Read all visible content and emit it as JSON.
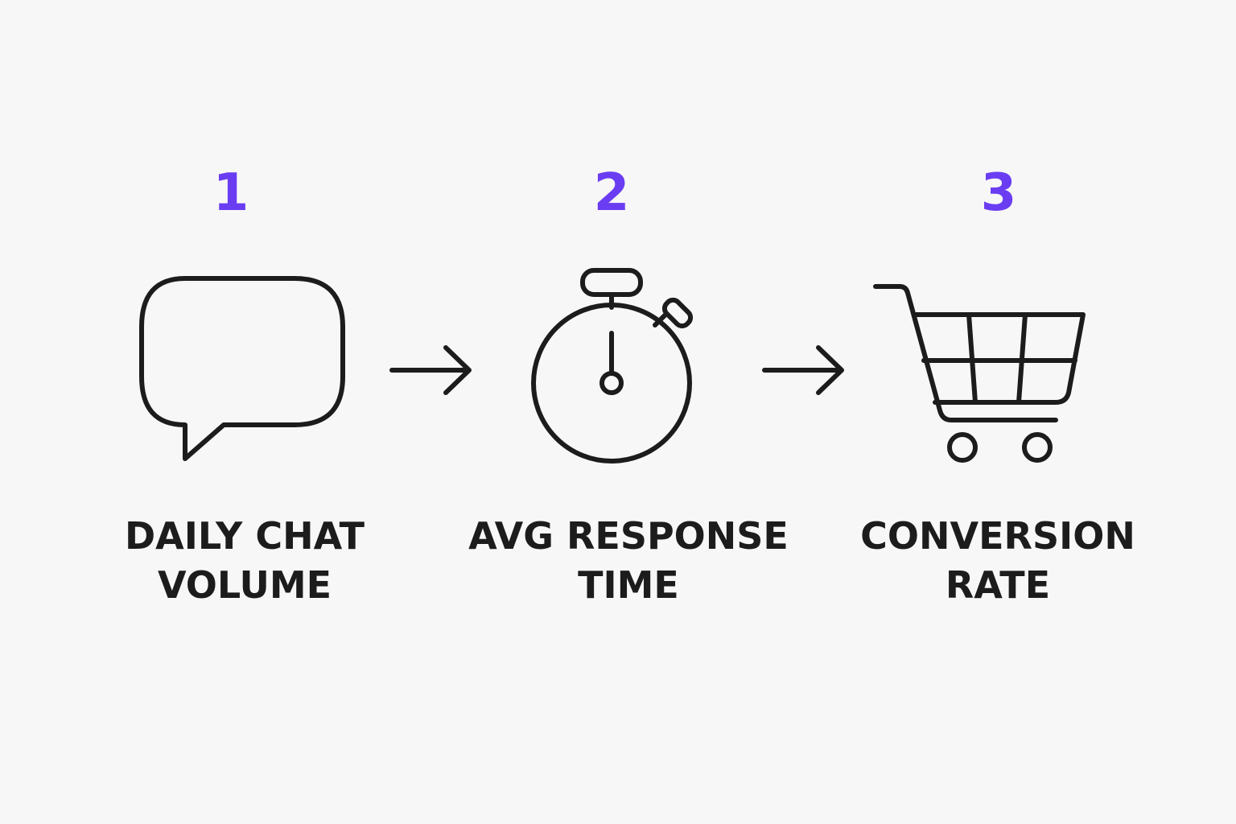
{
  "colors": {
    "accent": "#6a3df2",
    "ink": "#1c1c1c",
    "background": "#f7f7f7"
  },
  "steps": [
    {
      "number": "1",
      "icon": "chat-bubble-icon",
      "label_line1": "DAILY CHAT",
      "label_line2": "VOLUME"
    },
    {
      "number": "2",
      "icon": "stopwatch-icon",
      "label_line1": "AVG RESPONSE",
      "label_line2": "TIME"
    },
    {
      "number": "3",
      "icon": "shopping-cart-icon",
      "label_line1": "CONVERSION",
      "label_line2": "RATE"
    }
  ],
  "connectors": [
    {
      "icon": "arrow-right-icon"
    },
    {
      "icon": "arrow-right-icon"
    }
  ]
}
